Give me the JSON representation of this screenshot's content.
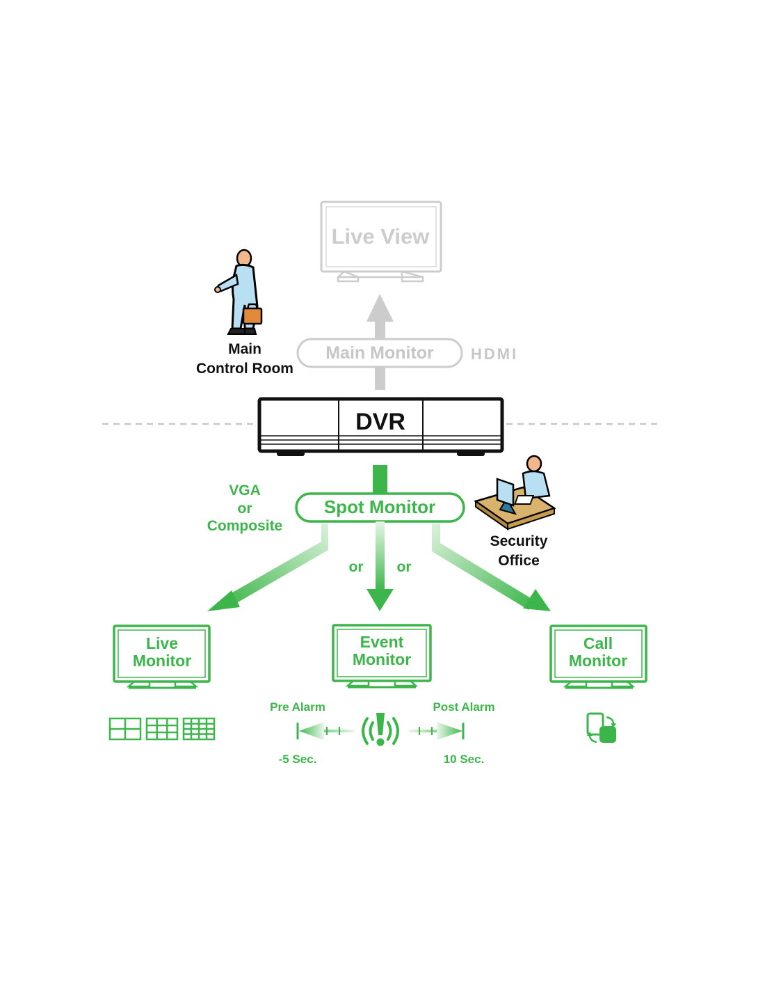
{
  "top": {
    "live_view": "Live View",
    "main_monitor": "Main Monitor",
    "hdmi": "HDMI",
    "main_control_room": [
      "Main",
      "Control Room"
    ]
  },
  "dvr": {
    "label": "DVR"
  },
  "spot": {
    "label": "Spot Monitor",
    "connection": [
      "VGA",
      "or",
      "Composite"
    ],
    "or_left": "or",
    "or_right": "or",
    "security_office": [
      "Security",
      "Office"
    ]
  },
  "monitors": {
    "live": [
      "Live",
      "Monitor"
    ],
    "event": [
      "Event",
      "Monitor"
    ],
    "call": [
      "Call",
      "Monitor"
    ]
  },
  "alarm": {
    "pre": "Pre Alarm",
    "post": "Post Alarm",
    "pre_time": "-5 Sec.",
    "post_time": "10 Sec."
  },
  "colors": {
    "green": "#3cb64a",
    "light_green": "#cfeccf",
    "gray": "#cccccc",
    "black": "#111111"
  },
  "icons": [
    "person-businessman-icon",
    "person-at-desk-icon",
    "grid-4-icon",
    "grid-9-icon",
    "grid-16-icon",
    "alarm-icon",
    "call-swap-icon"
  ]
}
